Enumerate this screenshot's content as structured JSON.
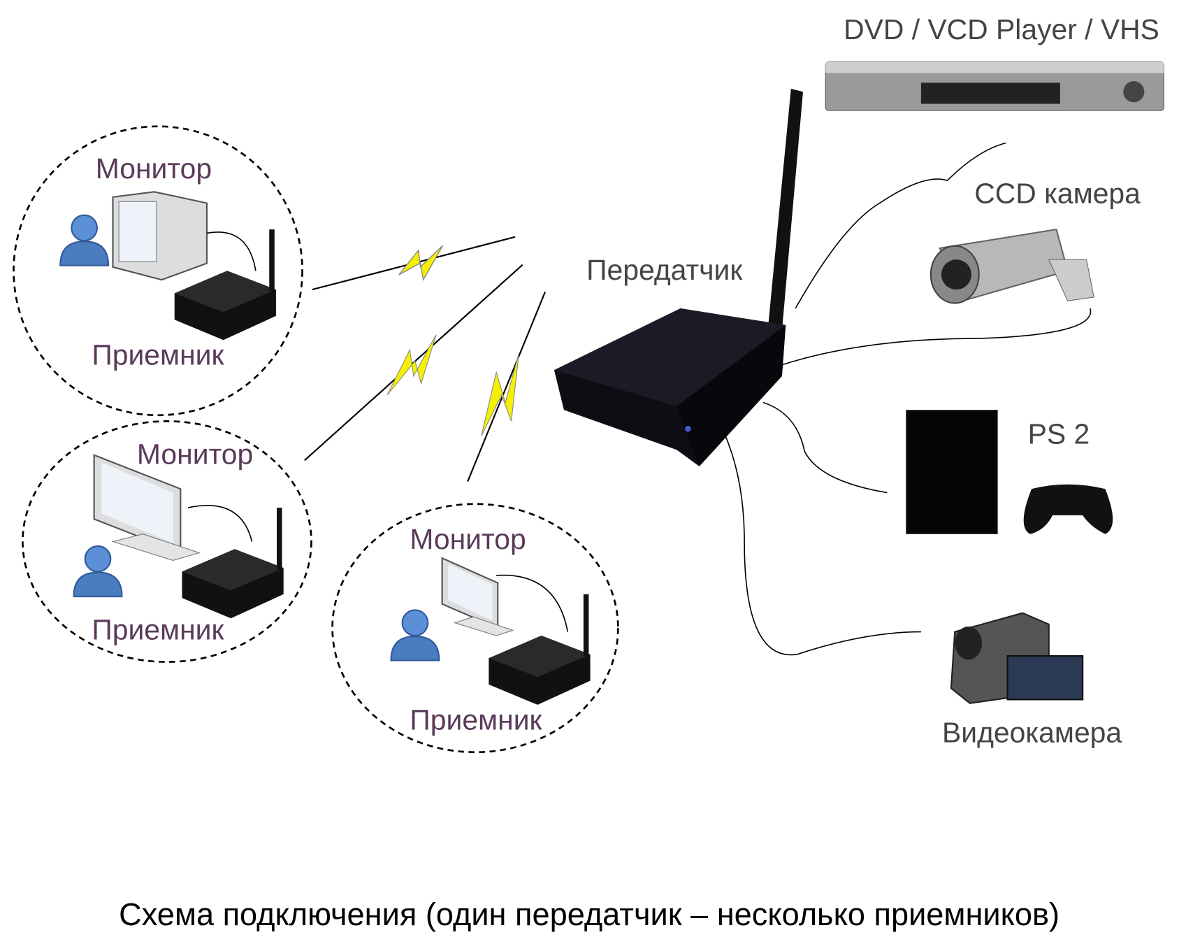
{
  "title": "Схема подключения (один передатчик – несколько приемников)",
  "transmitter": {
    "label": "Передатчик"
  },
  "receiver_groups": [
    {
      "monitor_label": "Монитор",
      "receiver_label": "Приемник"
    },
    {
      "monitor_label": "Монитор",
      "receiver_label": "Приемник"
    },
    {
      "monitor_label": "Монитор",
      "receiver_label": "Приемник"
    }
  ],
  "sources": {
    "dvd": "DVD / VCD Player / VHS",
    "ccd": "CCD камера",
    "ps2": "PS 2",
    "camcorder": "Видеокамера"
  },
  "colors": {
    "lightning": "#f5f000",
    "device": "#111111",
    "user": "#4a7cc0"
  }
}
